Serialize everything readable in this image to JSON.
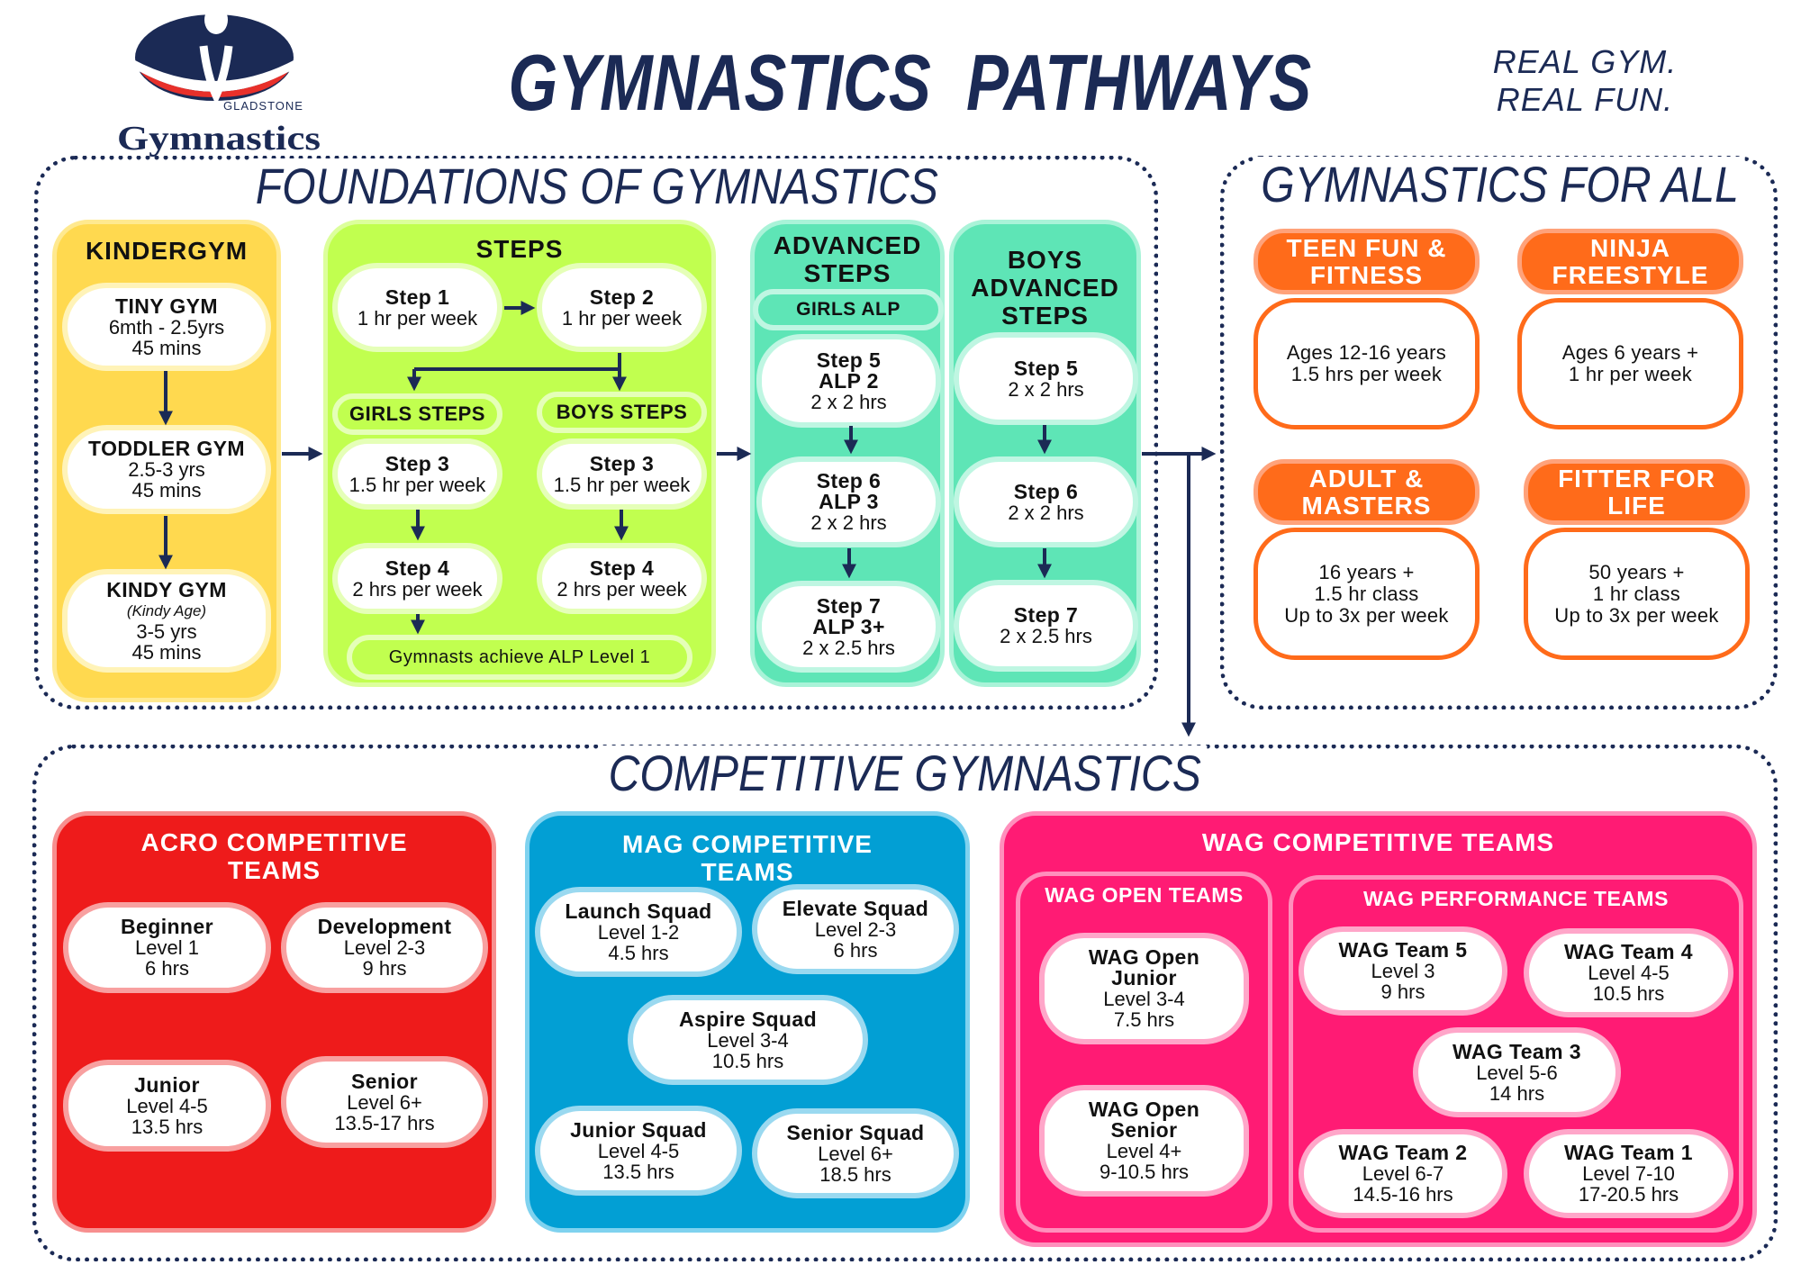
{
  "header": {
    "title": "GYMNASTICS  PATHWAYS",
    "tagline": [
      "REAL GYM.",
      "REAL FUN."
    ],
    "logo": {
      "small": "GLADSTONE",
      "big": "Gymnastics"
    }
  },
  "colors": {
    "navy": "#1b2a55",
    "kindergym": "#ffd94f",
    "steps": "#c1ff4f",
    "advanced": "#5ee5b6",
    "orange": "#ff6b1a",
    "acro": "#ee1b1b",
    "mag": "#029fd4",
    "wag": "#ff1b74"
  },
  "foundations": {
    "title": "FOUNDATIONS OF GYMNASTICS",
    "kindergym": {
      "title": "KINDERGYM",
      "items": [
        {
          "name": "TINY GYM",
          "lines": [
            "6mth - 2.5yrs",
            "45 mins"
          ]
        },
        {
          "name": "TODDLER GYM",
          "lines": [
            "2.5-3 yrs",
            "45 mins"
          ]
        },
        {
          "name": "KINDY GYM",
          "note": "(Kindy Age)",
          "lines": [
            "3-5 yrs",
            "45 mins"
          ]
        }
      ]
    },
    "steps": {
      "title": "STEPS",
      "girls_label": "GIRLS STEPS",
      "boys_label": "BOYS STEPS",
      "alp_note": "Gymnasts achieve ALP Level 1",
      "step1": {
        "name": "Step 1",
        "line": "1 hr per week"
      },
      "step2": {
        "name": "Step 2",
        "line": "1 hr per week"
      },
      "girls": [
        {
          "name": "Step 3",
          "line": "1.5 hr per week"
        },
        {
          "name": "Step 4",
          "line": "2 hrs per week"
        }
      ],
      "boys": [
        {
          "name": "Step 3",
          "line": "1.5 hr per week"
        },
        {
          "name": "Step 4",
          "line": "2 hrs per week"
        }
      ]
    },
    "advanced": {
      "title": [
        "ADVANCED",
        "STEPS"
      ],
      "label": "GIRLS ALP",
      "items": [
        {
          "name": "Step 5",
          "sub": "ALP 2",
          "line": "2 x 2 hrs"
        },
        {
          "name": "Step 6",
          "sub": "ALP 3",
          "line": "2 x 2 hrs"
        },
        {
          "name": "Step 7",
          "sub": "ALP 3+",
          "line": "2 x 2.5 hrs"
        }
      ]
    },
    "boys_advanced": {
      "title": [
        "BOYS",
        "ADVANCED",
        "STEPS"
      ],
      "items": [
        {
          "name": "Step 5",
          "line": "2 x 2 hrs"
        },
        {
          "name": "Step 6",
          "line": "2 x 2 hrs"
        },
        {
          "name": "Step 7",
          "line": "2 x 2.5 hrs"
        }
      ]
    }
  },
  "for_all": {
    "title": "GYMNASTICS FOR ALL",
    "programs": [
      {
        "title": [
          "TEEN FUN &",
          "FITNESS"
        ],
        "lines": [
          "Ages 12-16 years",
          "1.5 hrs per week"
        ]
      },
      {
        "title": [
          "NINJA",
          "FREESTYLE"
        ],
        "lines": [
          "Ages 6 years +",
          "1 hr per week"
        ]
      },
      {
        "title": [
          "ADULT &",
          "MASTERS"
        ],
        "lines": [
          "16 years +",
          "1.5 hr class",
          "Up to 3x per week"
        ]
      },
      {
        "title": [
          "FITTER FOR",
          "LIFE"
        ],
        "lines": [
          "50 years +",
          "1 hr class",
          "Up to 3x per week"
        ]
      }
    ]
  },
  "competitive": {
    "title": "COMPETITIVE GYMNASTICS",
    "acro": {
      "title": [
        "ACRO COMPETITIVE",
        "TEAMS"
      ],
      "items": [
        {
          "name": "Beginner",
          "lines": [
            "Level 1",
            "6 hrs"
          ]
        },
        {
          "name": "Development",
          "lines": [
            "Level 2-3",
            "9 hrs"
          ]
        },
        {
          "name": "Junior",
          "lines": [
            "Level 4-5",
            "13.5 hrs"
          ]
        },
        {
          "name": "Senior",
          "lines": [
            "Level 6+",
            "13.5-17 hrs"
          ]
        }
      ]
    },
    "mag": {
      "title": [
        "MAG COMPETITIVE",
        "TEAMS"
      ],
      "items": [
        {
          "name": "Launch Squad",
          "lines": [
            "Level 1-2",
            "4.5 hrs"
          ]
        },
        {
          "name": "Elevate Squad",
          "lines": [
            "Level 2-3",
            "6 hrs"
          ]
        },
        {
          "name": "Aspire Squad",
          "lines": [
            "Level 3-4",
            "10.5 hrs"
          ]
        },
        {
          "name": "Junior Squad",
          "lines": [
            "Level 4-5",
            "13.5 hrs"
          ]
        },
        {
          "name": "Senior Squad",
          "lines": [
            "Level 6+",
            "18.5 hrs"
          ]
        }
      ]
    },
    "wag": {
      "title": "WAG COMPETITIVE TEAMS",
      "open": {
        "title": "WAG OPEN TEAMS",
        "items": [
          {
            "name": [
              "WAG Open",
              "Junior"
            ],
            "lines": [
              "Level 3-4",
              "7.5 hrs"
            ]
          },
          {
            "name": [
              "WAG Open",
              "Senior"
            ],
            "lines": [
              "Level 4+",
              "9-10.5 hrs"
            ]
          }
        ]
      },
      "performance": {
        "title": "WAG PERFORMANCE TEAMS",
        "items": [
          {
            "name": "WAG Team 5",
            "lines": [
              "Level 3",
              "9 hrs"
            ]
          },
          {
            "name": "WAG Team 4",
            "lines": [
              "Level 4-5",
              "10.5 hrs"
            ]
          },
          {
            "name": "WAG Team 3",
            "lines": [
              "Level 5-6",
              "14 hrs"
            ]
          },
          {
            "name": "WAG Team 2",
            "lines": [
              "Level 6-7",
              "14.5-16 hrs"
            ]
          },
          {
            "name": "WAG Team 1",
            "lines": [
              "Level 7-10",
              "17-20.5 hrs"
            ]
          }
        ]
      }
    }
  }
}
